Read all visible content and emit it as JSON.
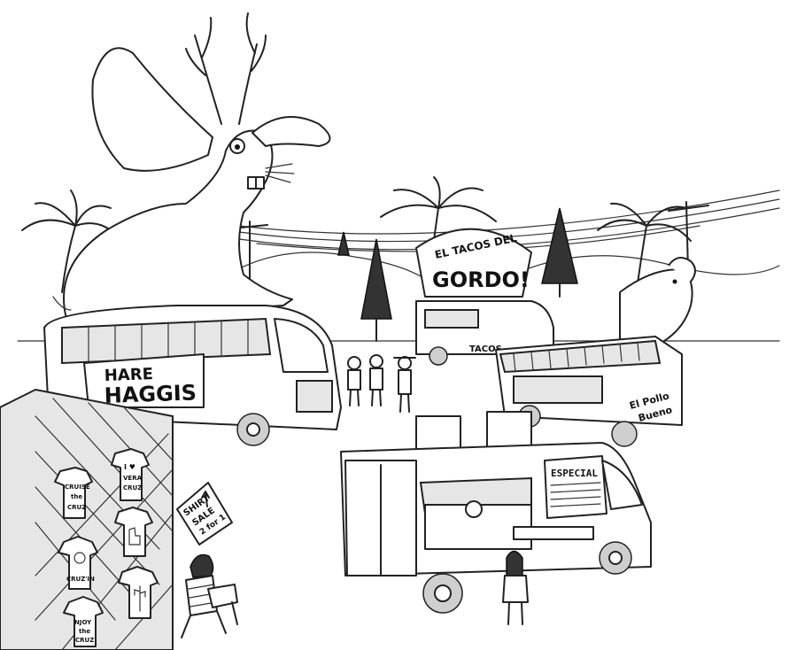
{
  "bus": {
    "sign_line1": "HARE",
    "sign_line2": "HAGGIS"
  },
  "gordo_truck": {
    "arch_line1": "EL TACOS DEL",
    "arch_line2": "GORDO!",
    "side_text": "TACOS"
  },
  "pollo_truck": {
    "sign_line1": "El Pollo",
    "sign_line2": "Bueno"
  },
  "front_truck": {
    "menu_title": "ESPECIAL"
  },
  "shirt_sale_sign": {
    "line1": "SHIRT",
    "line2": "SALE",
    "line3": "2 for 1"
  },
  "tshirts": [
    {
      "line1": "CRUISE",
      "line2": "the",
      "line3": "CRUZ"
    },
    {
      "line1": "I ♥",
      "line2": "VERA",
      "line3": "CRUZ"
    },
    {
      "line1": "",
      "line2": "",
      "line3": ""
    },
    {
      "line1": "CRUZ'IN",
      "line2": "",
      "line3": ""
    },
    {
      "line1": "",
      "line2": "",
      "line3": ""
    },
    {
      "line1": "NJOY",
      "line2": "the",
      "line3": "CRUZ"
    }
  ]
}
